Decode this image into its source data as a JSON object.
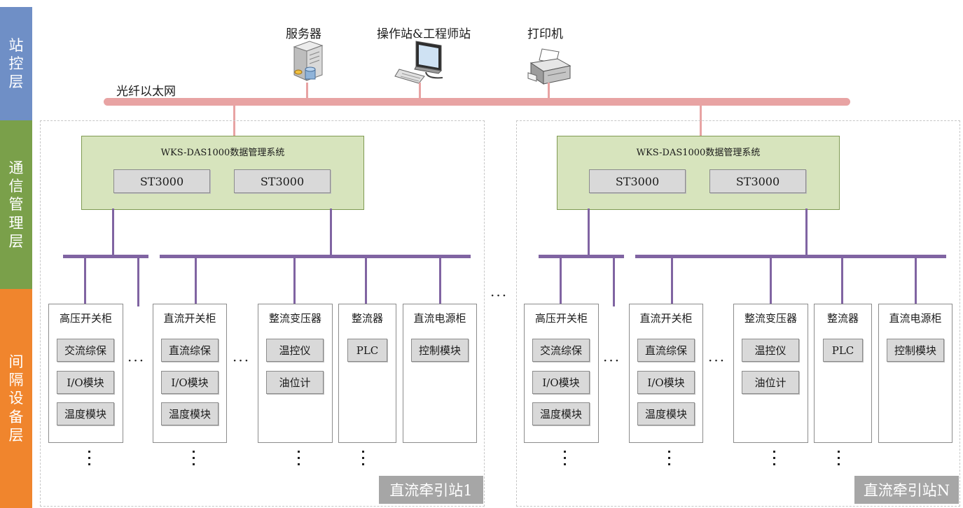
{
  "layers": [
    {
      "label": "站控层",
      "color": "#6f8fc6"
    },
    {
      "label": "通信管理层",
      "color": "#7aa04a"
    },
    {
      "label": "间隔设备层",
      "color": "#f0852d"
    }
  ],
  "station_control": {
    "server": "服务器",
    "workstation": "操作站&工程师站",
    "printer": "打印机",
    "network": "光纤以太网"
  },
  "stations": [
    {
      "label": "直流牵引站1",
      "das_title": "WKS-DAS1000数据管理系统",
      "st_units": [
        "ST3000",
        "ST3000"
      ],
      "cabinets": [
        {
          "title": "高压开关柜",
          "modules": [
            "交流综保",
            "I/O模块",
            "温度模块"
          ]
        },
        {
          "title": "直流开关柜",
          "modules": [
            "直流综保",
            "I/O模块",
            "温度模块"
          ]
        },
        {
          "title": "整流变压器",
          "modules": [
            "温控仪",
            "油位计"
          ]
        },
        {
          "title": "整流器",
          "modules": [
            "PLC"
          ]
        },
        {
          "title": "直流电源柜",
          "modules": [
            "控制模块"
          ]
        }
      ]
    },
    {
      "label": "直流牵引站N",
      "das_title": "WKS-DAS1000数据管理系统",
      "st_units": [
        "ST3000",
        "ST3000"
      ],
      "cabinets": [
        {
          "title": "高压开关柜",
          "modules": [
            "交流综保",
            "I/O模块",
            "温度模块"
          ]
        },
        {
          "title": "直流开关柜",
          "modules": [
            "直流综保",
            "I/O模块",
            "温度模块"
          ]
        },
        {
          "title": "整流变压器",
          "modules": [
            "温控仪",
            "油位计"
          ]
        },
        {
          "title": "整流器",
          "modules": [
            "PLC"
          ]
        },
        {
          "title": "直流电源柜",
          "modules": [
            "控制模块"
          ]
        }
      ]
    }
  ],
  "colors": {
    "bus_pink": "#e8a3a3",
    "bus_purple": "#8064a2",
    "das_fill": "#d7e4bd",
    "module_gray": "#d9d9d9"
  }
}
